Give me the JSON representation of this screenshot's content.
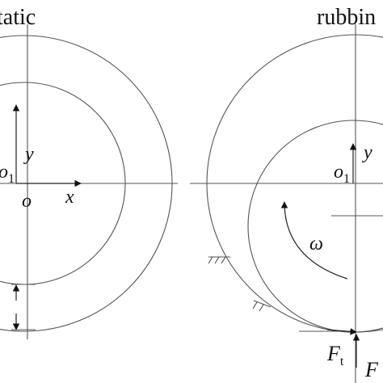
{
  "left_panel": {
    "title": "tatic",
    "label_o1": "o",
    "label_o1_sub": "1",
    "label_y": "y",
    "label_o": "o",
    "label_x": "x"
  },
  "right_panel": {
    "title": "rubbin",
    "label_y": "y",
    "label_o1": "o",
    "label_o1_sub": "1",
    "label_omega": "ω",
    "label_Ft": "F",
    "label_Ft_sub": "t",
    "label_Fn": "F"
  }
}
